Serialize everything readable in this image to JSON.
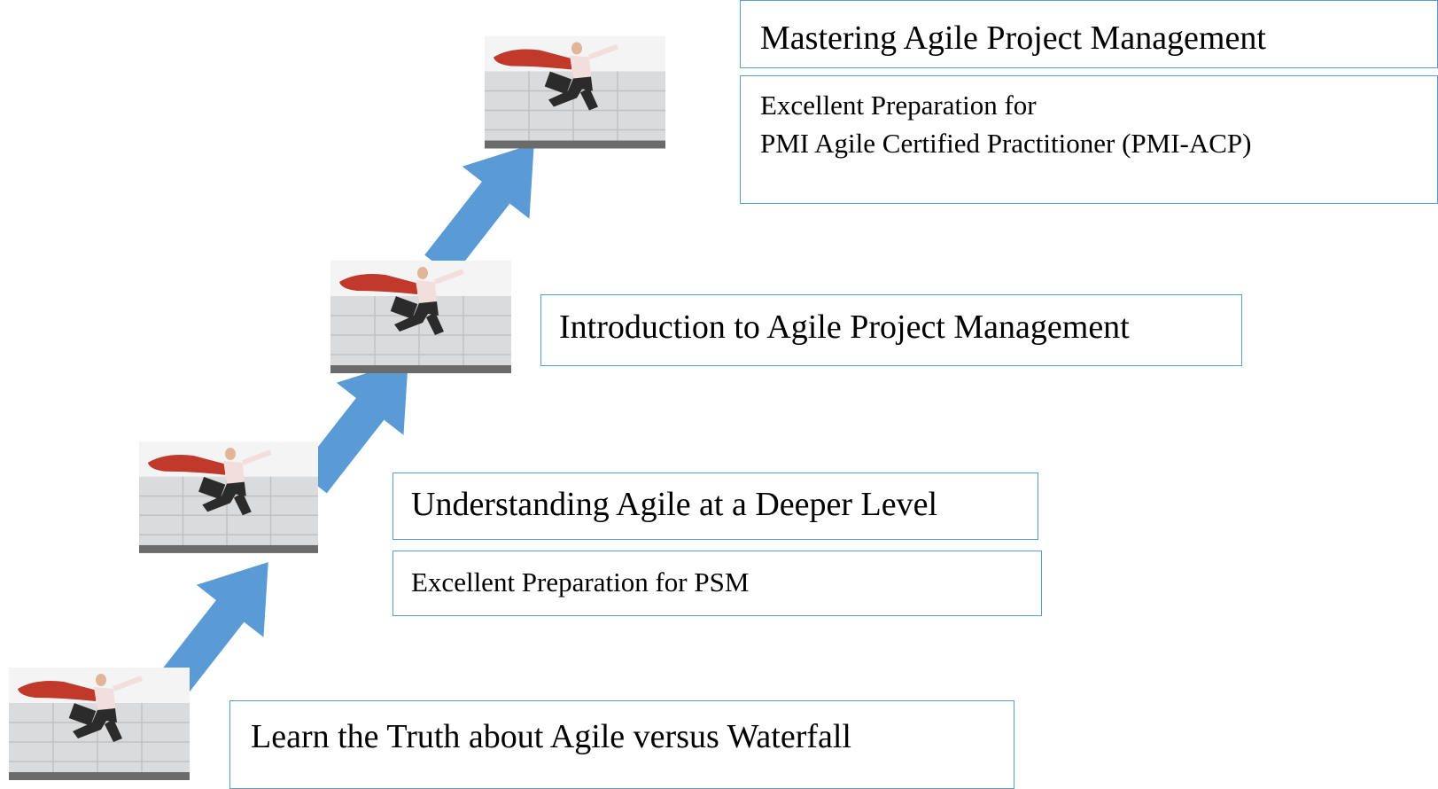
{
  "steps": [
    {
      "title": "Learn the Truth about Agile versus Waterfall"
    },
    {
      "title": "Understanding Agile at a Deeper Level",
      "note": "Excellent Preparation for PSM"
    },
    {
      "title": "Introduction to Agile Project Management"
    },
    {
      "title": "Mastering Agile Project Management",
      "note_line1": "Excellent Preparation for",
      "note_line2": "PMI Agile Certified Practitioner (PMI-ACP)"
    }
  ],
  "colors": {
    "arrow": "#5b9bd5",
    "box_border": "#5b9bd5",
    "cape": "#c0392b"
  },
  "icons": {
    "step_image": "flying-businessman-with-cape-photo",
    "step_arrow": "diagonal-up-arrow"
  }
}
